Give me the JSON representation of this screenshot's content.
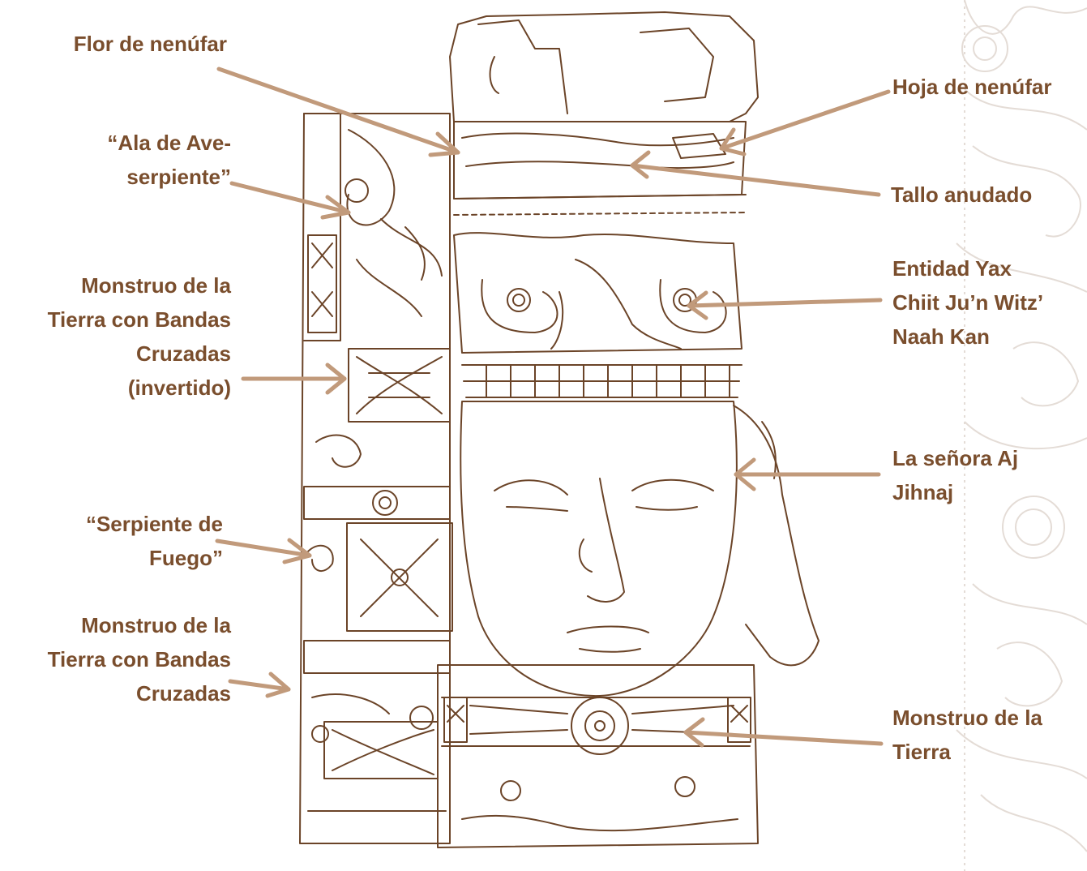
{
  "colors": {
    "label_text": "#7a4e2d",
    "arrow": "#c19a7b",
    "drawing_line": "#6b4428",
    "background_pattern": "#e4dcd6"
  },
  "labels": {
    "flor_nenufar": [
      "Flor de nenúfar"
    ],
    "ala_ave_serpiente": [
      "“Ala de Ave-",
      "serpiente”"
    ],
    "monstruo_tierra_bandas_invertido": [
      "Monstruo de la",
      "Tierra con Bandas",
      "Cruzadas",
      "(invertido)"
    ],
    "serpiente_fuego": [
      "“Serpiente de",
      "Fuego”"
    ],
    "monstruo_tierra_bandas": [
      "Monstruo de la",
      "Tierra con Bandas",
      "Cruzadas"
    ],
    "hoja_nenufar": [
      "Hoja de nenúfar"
    ],
    "tallo_anudado": [
      "Tallo anudado"
    ],
    "entidad_yax": [
      "Entidad Yax",
      "Chiit Ju’n Witz’",
      "Naah Kan"
    ],
    "senora_aj_jihnaj": [
      "La señora Aj",
      "Jihnaj"
    ],
    "monstruo_tierra": [
      "Monstruo de la",
      "Tierra"
    ]
  }
}
